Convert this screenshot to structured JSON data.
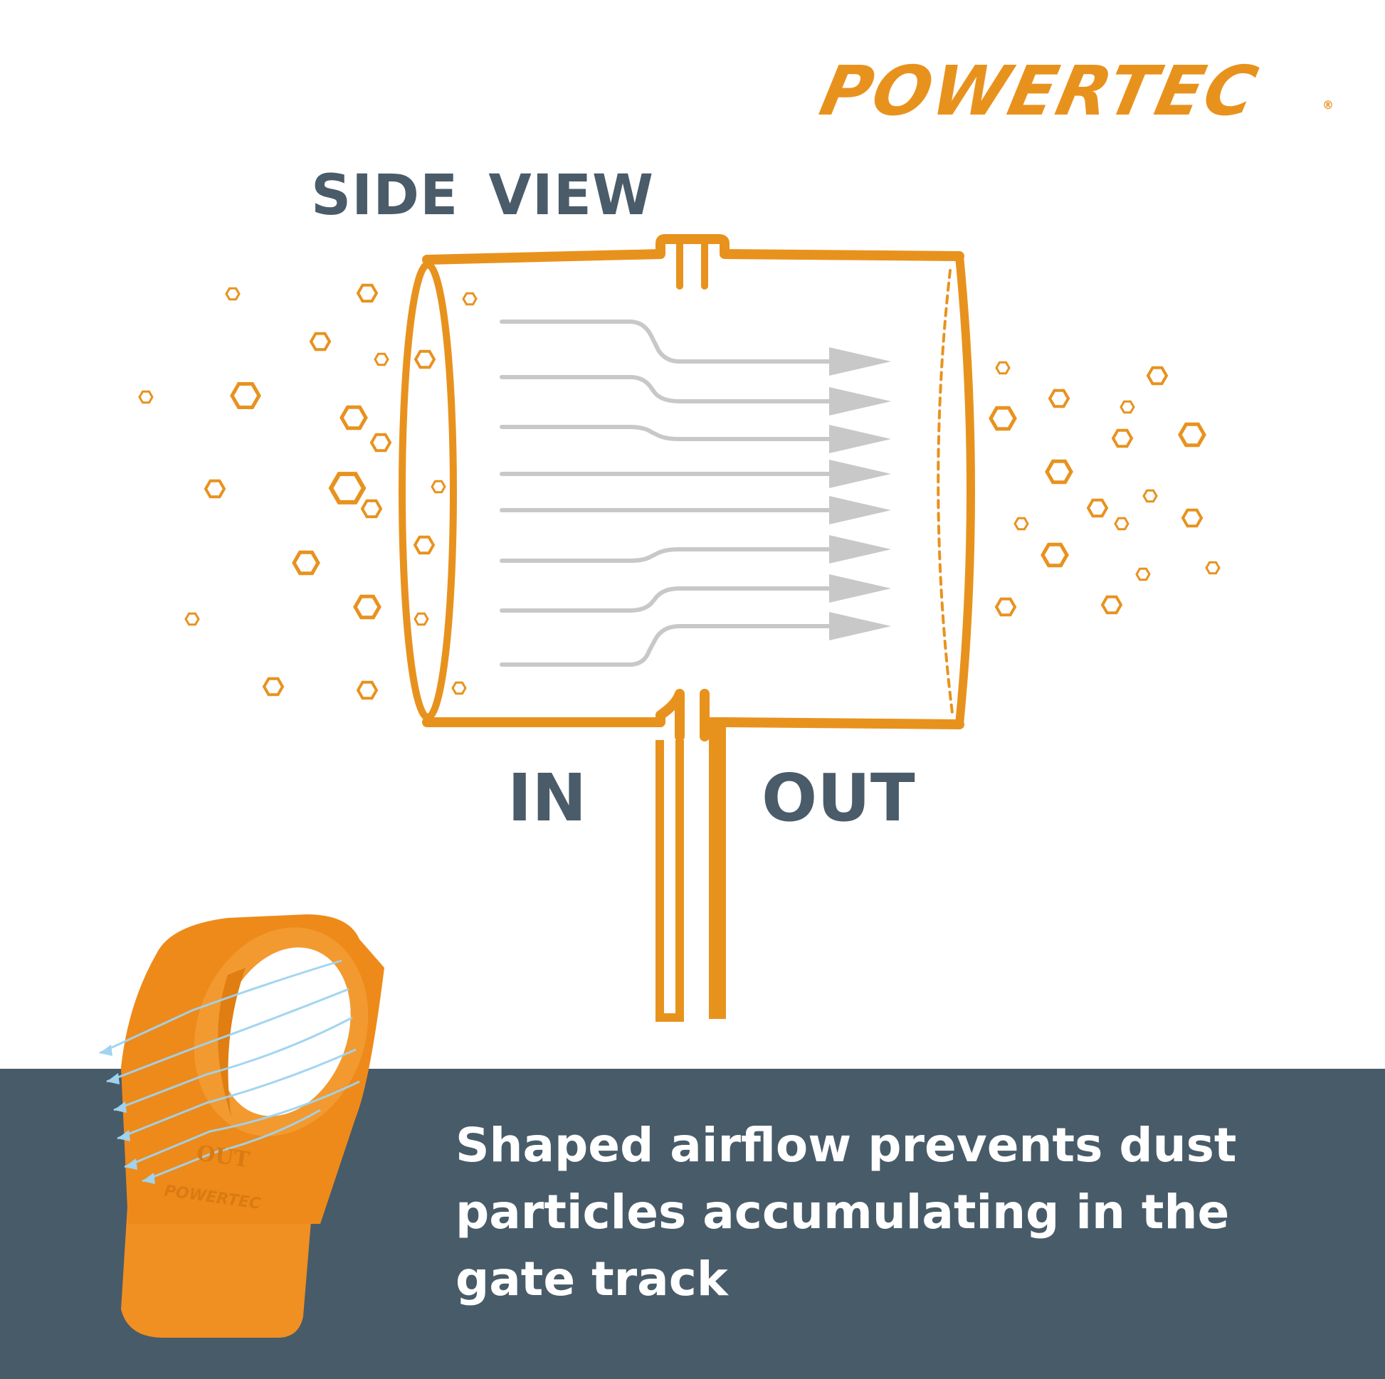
{
  "brand": {
    "name": "POWERTEC",
    "registered_mark": "®",
    "color": "#E8921E"
  },
  "diagram": {
    "title": "SIDE VIEW",
    "label_in": "IN",
    "label_out": "OUT",
    "colors": {
      "accent": "#E8921E",
      "flow": "#C8C8C8",
      "heading": "#4A5B69"
    }
  },
  "product": {
    "embossed_text": "OUT",
    "embossed_brand": "POWERTEC",
    "color": "#EE8A1A"
  },
  "bottom_band": {
    "color": "#485B69",
    "caption": "Shaped airflow prevents dust\nparticles  accumulating in the\ngate track"
  }
}
